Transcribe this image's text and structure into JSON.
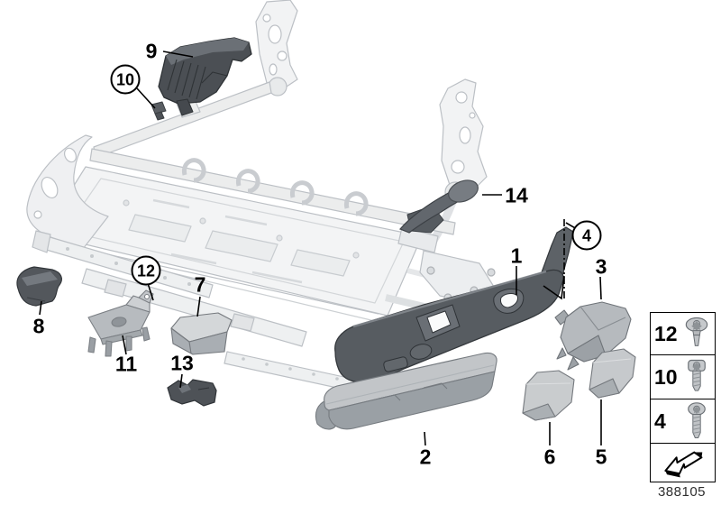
{
  "figure": {
    "part_number": "388105"
  },
  "callouts": [
    {
      "label": "1",
      "circled": false
    },
    {
      "label": "2",
      "circled": false
    },
    {
      "label": "3",
      "circled": false
    },
    {
      "label": "4",
      "circled": true
    },
    {
      "label": "5",
      "circled": false
    },
    {
      "label": "6",
      "circled": false
    },
    {
      "label": "7",
      "circled": false
    },
    {
      "label": "8",
      "circled": false
    },
    {
      "label": "9",
      "circled": false
    },
    {
      "label": "10",
      "circled": true
    },
    {
      "label": "11",
      "circled": false
    },
    {
      "label": "12",
      "circled": true
    },
    {
      "label": "13",
      "circled": false
    },
    {
      "label": "14",
      "circled": false
    }
  ],
  "legend": {
    "items": [
      {
        "label": "12",
        "icon": "screw-pan-head-icon"
      },
      {
        "label": "10",
        "icon": "screw-cheese-head-icon"
      },
      {
        "label": "4",
        "icon": "screw-oval-head-icon"
      },
      {
        "label": "",
        "icon": "direction-arrow-icon"
      }
    ]
  },
  "colors": {
    "callout_ink": "#000000",
    "frame_line": "#b9bdc2",
    "frame_fill": "#f2f3f4",
    "part_dark": "#54585d",
    "part_medium": "#9aa0a5",
    "part_light": "#c3c6c9",
    "background": "#ffffff"
  }
}
